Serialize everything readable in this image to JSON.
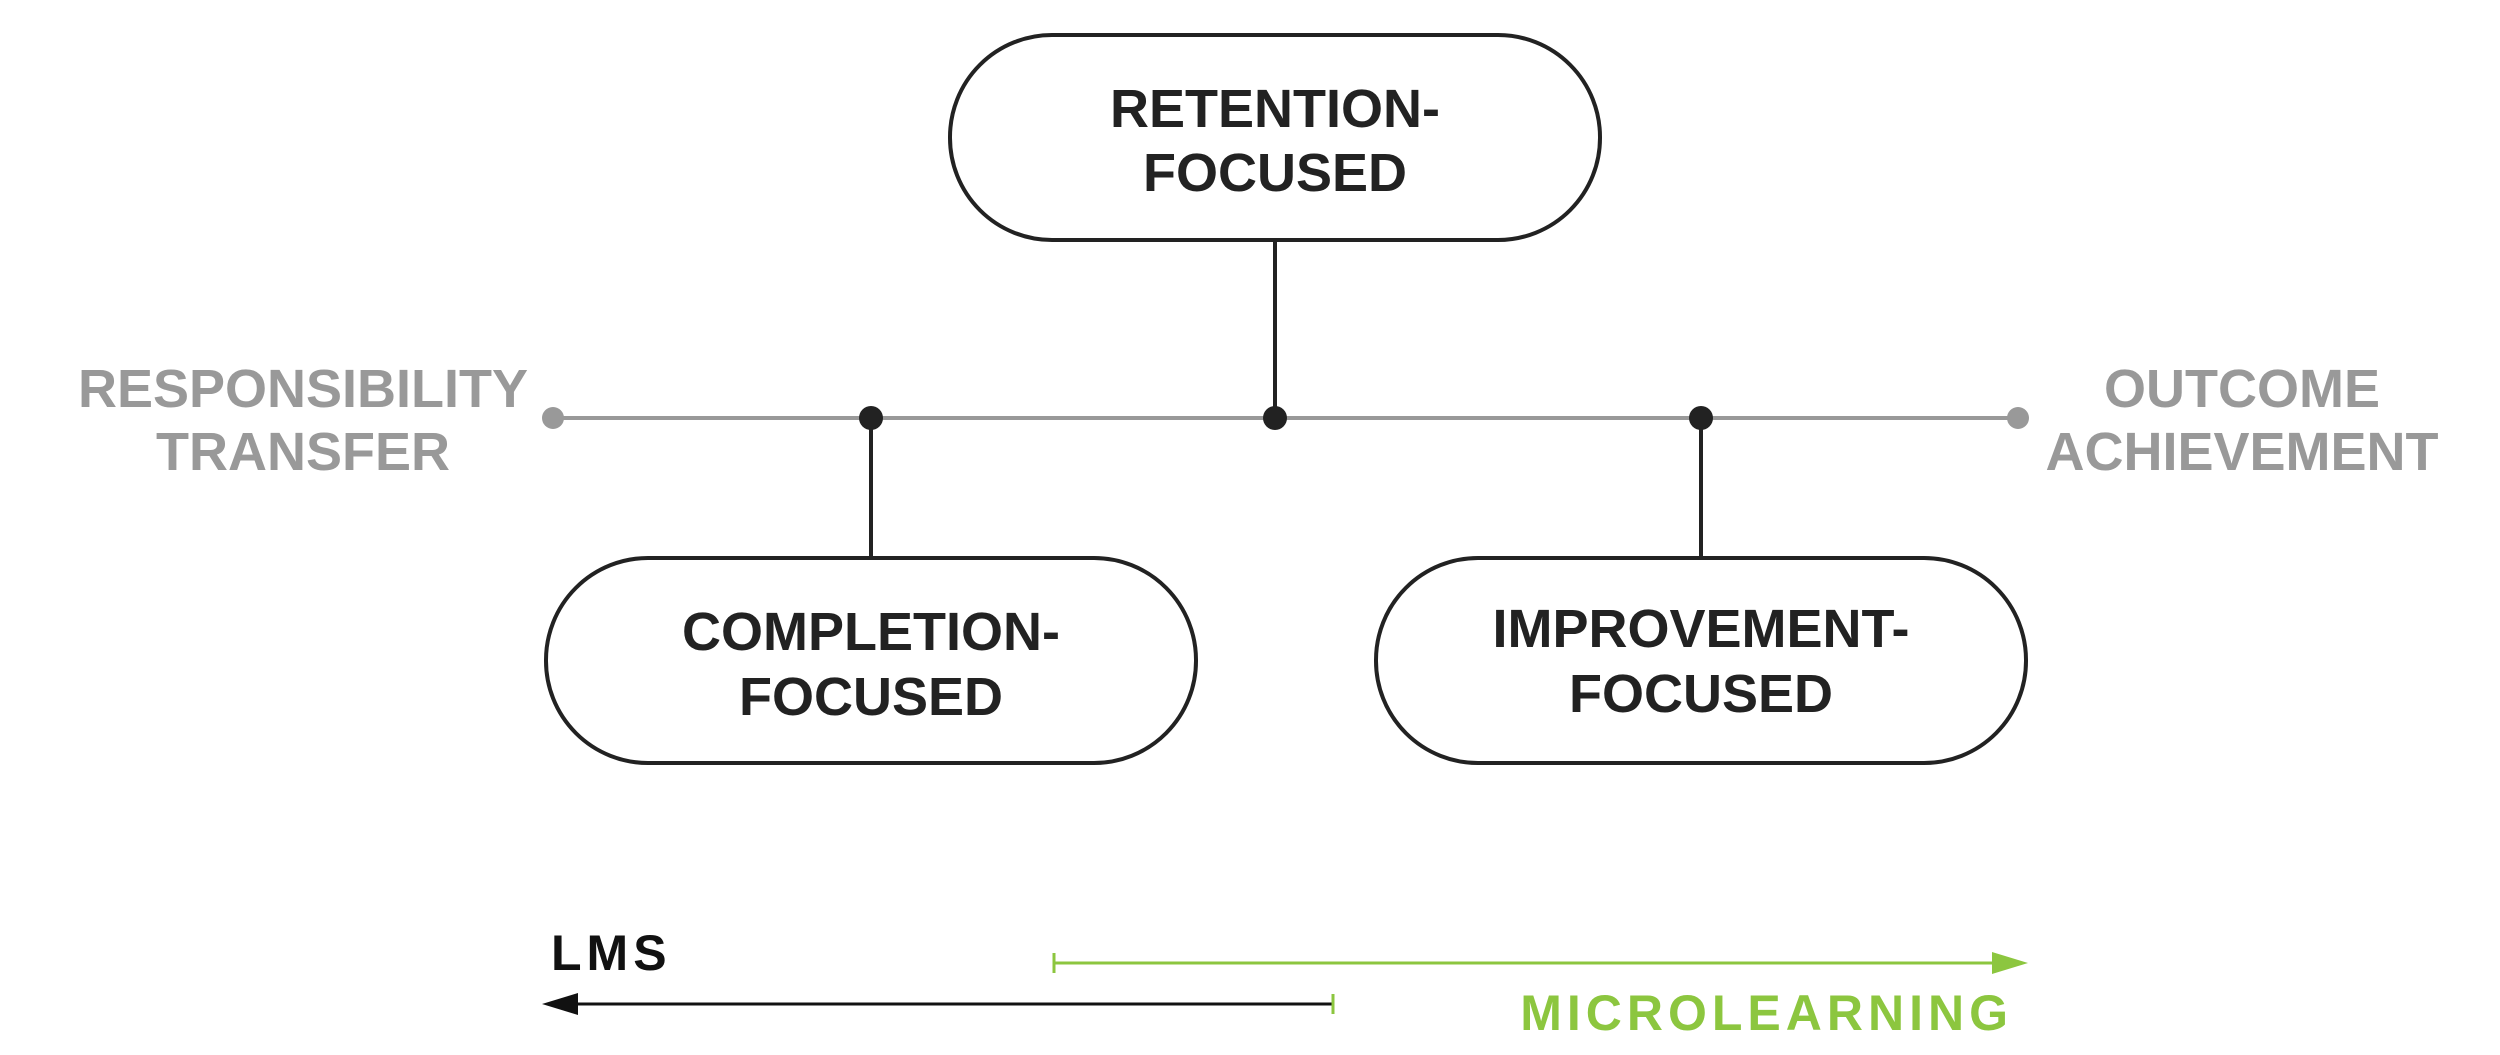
{
  "nodes": {
    "retention": {
      "line1": "RETENTION-",
      "line2": "FOCUSED"
    },
    "completion": {
      "line1": "COMPLETION-",
      "line2": "FOCUSED"
    },
    "improvement": {
      "line1": "IMPROVEMENT-",
      "line2": "FOCUSED"
    }
  },
  "axis": {
    "left_line1": "RESPONSIBILITY",
    "left_line2": "TRANSFER",
    "right_line1": "OUTCOME",
    "right_line2": "ACHIEVEMENT"
  },
  "scale": {
    "lms_label": "LMS",
    "microlearning_label": "MICROLEARNING"
  },
  "colors": {
    "node_stroke": "#222222",
    "axis_gray": "#999999",
    "lms_black": "#111111",
    "microlearning_green": "#8cc63f"
  }
}
